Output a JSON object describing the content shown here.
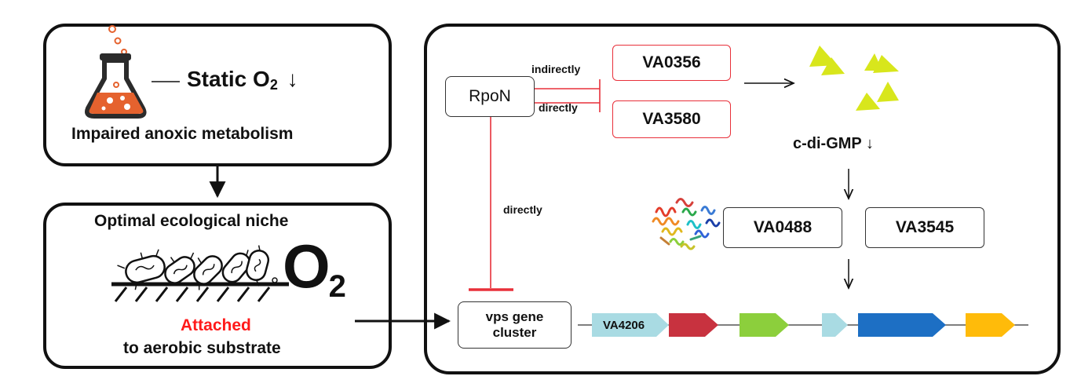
{
  "left_top": {
    "static_label": "Static O",
    "static_sub": "2",
    "static_arrow": "↓",
    "impaired": "Impaired anoxic metabolism"
  },
  "left_bottom": {
    "niche": "Optimal ecological niche",
    "o2_main": "O",
    "o2_sub": "2",
    "attached": "Attached",
    "substrate": "to aerobic substrate"
  },
  "pathway": {
    "rpon": "RpoN",
    "indirectly": "indirectly",
    "directly_top": "directly",
    "directly_side": "directly",
    "va0356": "VA0356",
    "va3580": "VA3580",
    "cdigmp": "c-di-GMP ↓",
    "va0488": "VA0488",
    "va3545": "VA3545",
    "vps": "vps gene cluster",
    "va4206": "VA4206"
  },
  "colors": {
    "red_line": "#e8303a",
    "red_text": "#ff1a1a",
    "triangle": "#d8e61c",
    "gene_lightblue": "#a9dbe3",
    "gene_red": "#c8323f",
    "gene_green": "#8ccf3c",
    "gene_blue": "#1d6fc4",
    "gene_orange": "#ffbb0a"
  }
}
